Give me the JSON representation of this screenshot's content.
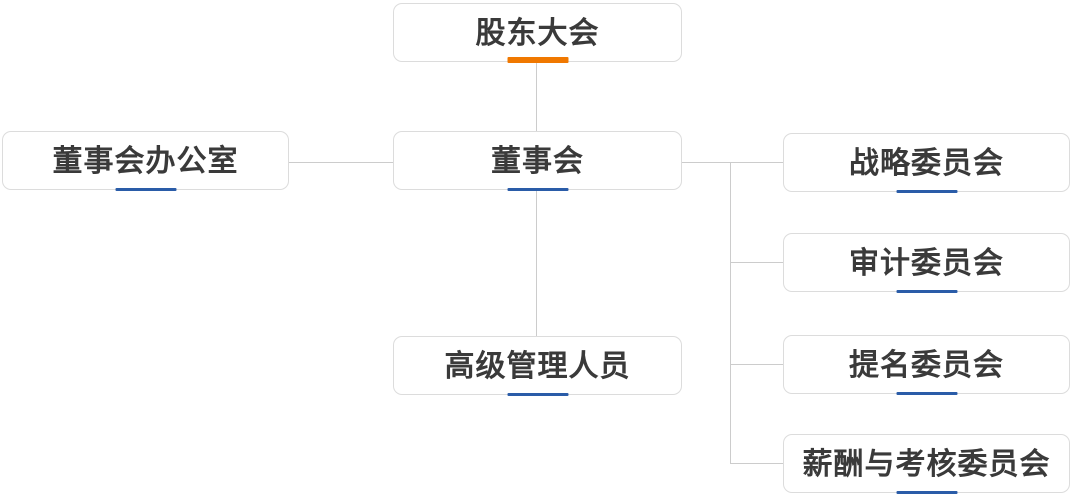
{
  "page": {
    "background_color": "#FFFFFF",
    "description": "Corporate governance organization chart"
  },
  "org_chart": {
    "colors": {
      "accent_orange": "#F07800",
      "accent_blue": "#2A5CA8",
      "line": "#CCCCCC",
      "box_border": "#DCDCDC",
      "text": "#3A3A3A"
    },
    "nodes": [
      {
        "id": "shareholders-meeting",
        "label": "股东大会",
        "underline_color": "#F07800"
      },
      {
        "id": "board-office",
        "label": "董事会办公室",
        "underline_color": "#2A5CA8"
      },
      {
        "id": "board-of-directors",
        "label": "董事会",
        "underline_color": "#2A5CA8"
      },
      {
        "id": "senior-management",
        "label": "高级管理人员",
        "underline_color": "#2A5CA8"
      },
      {
        "id": "strategy-committee",
        "label": "战略委员会",
        "underline_color": "#2A5CA8"
      },
      {
        "id": "audit-committee",
        "label": "审计委员会",
        "underline_color": "#2A5CA8"
      },
      {
        "id": "nomination-committee",
        "label": "提名委员会",
        "underline_color": "#2A5CA8"
      },
      {
        "id": "remuneration-appraisal-committee",
        "label": "薪酬与考核委员会",
        "underline_color": "#2A5CA8"
      }
    ],
    "edges": [
      {
        "from": "股东大会",
        "to": "董事会"
      },
      {
        "from": "董事会",
        "to": "董事会办公室"
      },
      {
        "from": "董事会",
        "to": "高级管理人员"
      },
      {
        "from": "董事会",
        "to": "战略委员会"
      },
      {
        "from": "董事会",
        "to": "审计委员会"
      },
      {
        "from": "董事会",
        "to": "提名委员会"
      },
      {
        "from": "董事会",
        "to": "薪酬与考核委员会"
      }
    ]
  }
}
